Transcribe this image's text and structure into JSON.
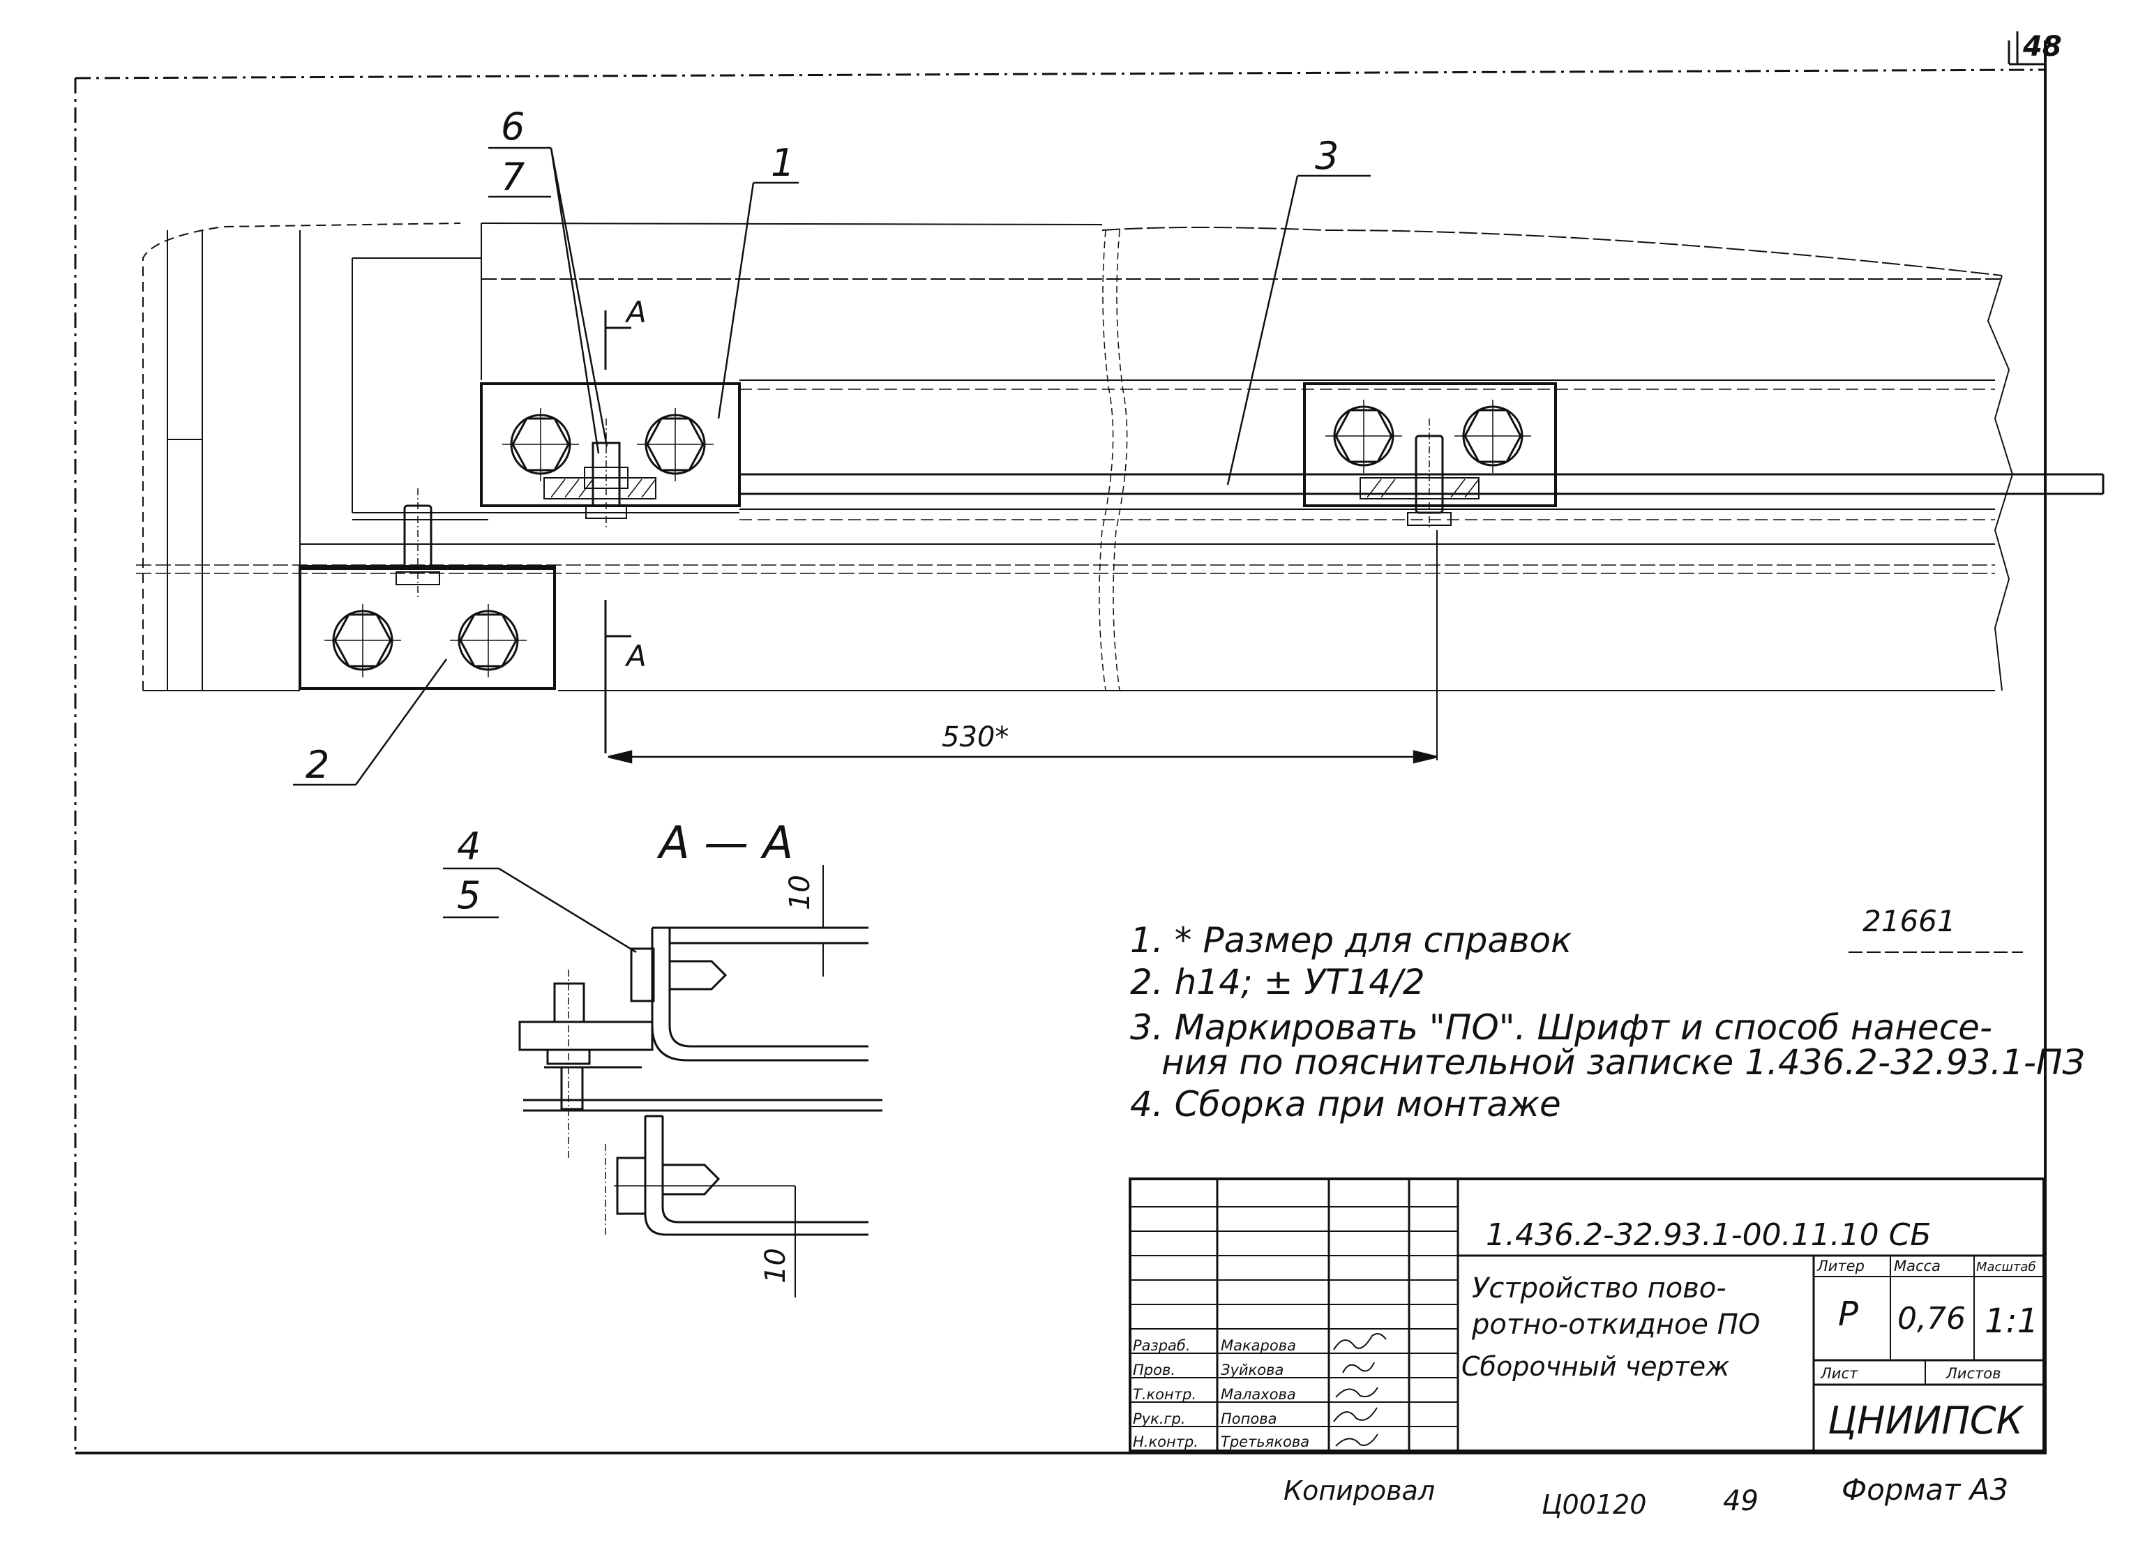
{
  "sheet_number": "48",
  "callouts": {
    "c1": "1",
    "c2": "2",
    "c3": "3",
    "c4": "4",
    "c5": "5",
    "c6": "6",
    "c7": "7"
  },
  "section_marker": "A",
  "section_title": "A — A",
  "dimensions": {
    "main": "530*",
    "gap_top": "10",
    "gap_bottom": "10"
  },
  "notes": [
    "1.  * Размер для справок",
    "2.  h14;  ± УТ14/2",
    "3.  Маркировать \"ПО\". Шрифт и способ нанесе-",
    "ния  по пояснительной записке  1.436.2-32.93.1-ПЗ",
    "4.  Сборка  при  монтаже"
  ],
  "stamp_number": "21661",
  "title_block": {
    "designation": "1.436.2-32.93.1-00.11.10 СБ",
    "name_line1": "Устройство пово-",
    "name_line2": "ротно-откидное ПО",
    "name_line3": "Сборочный  чертеж",
    "hdr_lit": "Литер",
    "hdr_mass": "Масса",
    "hdr_scale": "Масштаб",
    "lit": "Р",
    "mass": "0,76",
    "scale": "1:1",
    "sheet_label": "Лист",
    "sheets_label": "Листов",
    "organization": "ЦНИИПСК",
    "roles": [
      {
        "role": "Разраб.",
        "name": "Макарова"
      },
      {
        "role": "Пров.",
        "name": "Зуйкова"
      },
      {
        "role": "Т.контр.",
        "name": "Малахова"
      },
      {
        "role": "Рук.гр.",
        "name": "Попова"
      },
      {
        "role": "Н.контр.",
        "name": "Третьякова"
      }
    ]
  },
  "footer": {
    "copied": "Копировал",
    "code": "Ц00120",
    "page": "49",
    "format": "Формат А3"
  }
}
